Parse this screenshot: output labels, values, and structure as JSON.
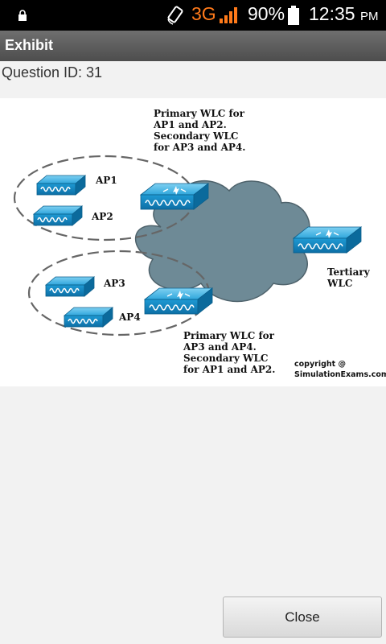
{
  "status_bar": {
    "network": "3G",
    "battery": "90%",
    "time": "12:35",
    "ampm": "PM",
    "network_color": "#ff7a1a"
  },
  "header": {
    "title": "Exhibit"
  },
  "question": {
    "id_label": "Question ID: 31"
  },
  "diagram": {
    "wlc_primary_12": [
      "Primary WLC for",
      "AP1 and AP2.",
      "Secondary WLC",
      "for AP3 and AP4."
    ],
    "wlc_primary_34": [
      "Primary WLC for",
      "AP3 and AP4.",
      "Secondary WLC",
      "for AP1 and AP2."
    ],
    "wlc_tertiary": [
      "Tertiary",
      "WLC"
    ],
    "ap1": "AP1",
    "ap2": "AP2",
    "ap3": "AP3",
    "ap4": "AP4",
    "copyright": [
      "copyright @",
      "SimulationExams.com"
    ],
    "device_color": "#1a9fd8",
    "cloud_color": "#6e8a96"
  },
  "footer": {
    "close_label": "Close"
  }
}
